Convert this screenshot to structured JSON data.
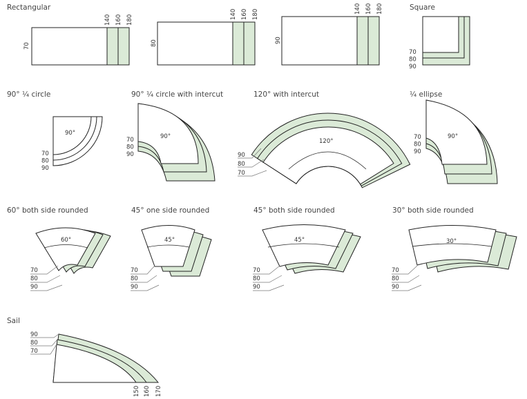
{
  "accent_fill": "#dbead7",
  "rect": {
    "title": "Rectangular",
    "lengths": [
      "140",
      "160",
      "180"
    ],
    "widths": [
      "70",
      "80",
      "90"
    ]
  },
  "square": {
    "title": "Square",
    "sizes": [
      "70",
      "80",
      "90"
    ]
  },
  "quarter_circle": {
    "title": "90° ¼ circle",
    "angle": "90°",
    "sizes": [
      "70",
      "80",
      "90"
    ]
  },
  "quarter_intercut": {
    "title": "90° ¼ circle with intercut",
    "angle": "90°",
    "sizes": [
      "70",
      "80",
      "90"
    ]
  },
  "intercut_120": {
    "title": "120° with intercut",
    "angle": "120°",
    "sizes": [
      "90",
      "80",
      "70"
    ]
  },
  "quarter_ellipse": {
    "title": "¼ ellipse",
    "angle": "90°",
    "sizes": [
      "70",
      "80",
      "90"
    ]
  },
  "rounded_60": {
    "title": "60° both side rounded",
    "angle": "60°",
    "sizes": [
      "70",
      "80",
      "90"
    ]
  },
  "one_side_45": {
    "title": "45° one side rounded",
    "angle": "45°",
    "sizes": [
      "70",
      "80",
      "90"
    ]
  },
  "rounded_45": {
    "title": "45° both side rounded",
    "angle": "45°",
    "sizes": [
      "70",
      "80",
      "90"
    ]
  },
  "rounded_30": {
    "title": "30° both side rounded",
    "angle": "30°",
    "sizes": [
      "70",
      "80",
      "90"
    ]
  },
  "sail": {
    "title": "Sail",
    "widths": [
      "90",
      "80",
      "70"
    ],
    "lengths": [
      "150",
      "160",
      "170"
    ]
  }
}
